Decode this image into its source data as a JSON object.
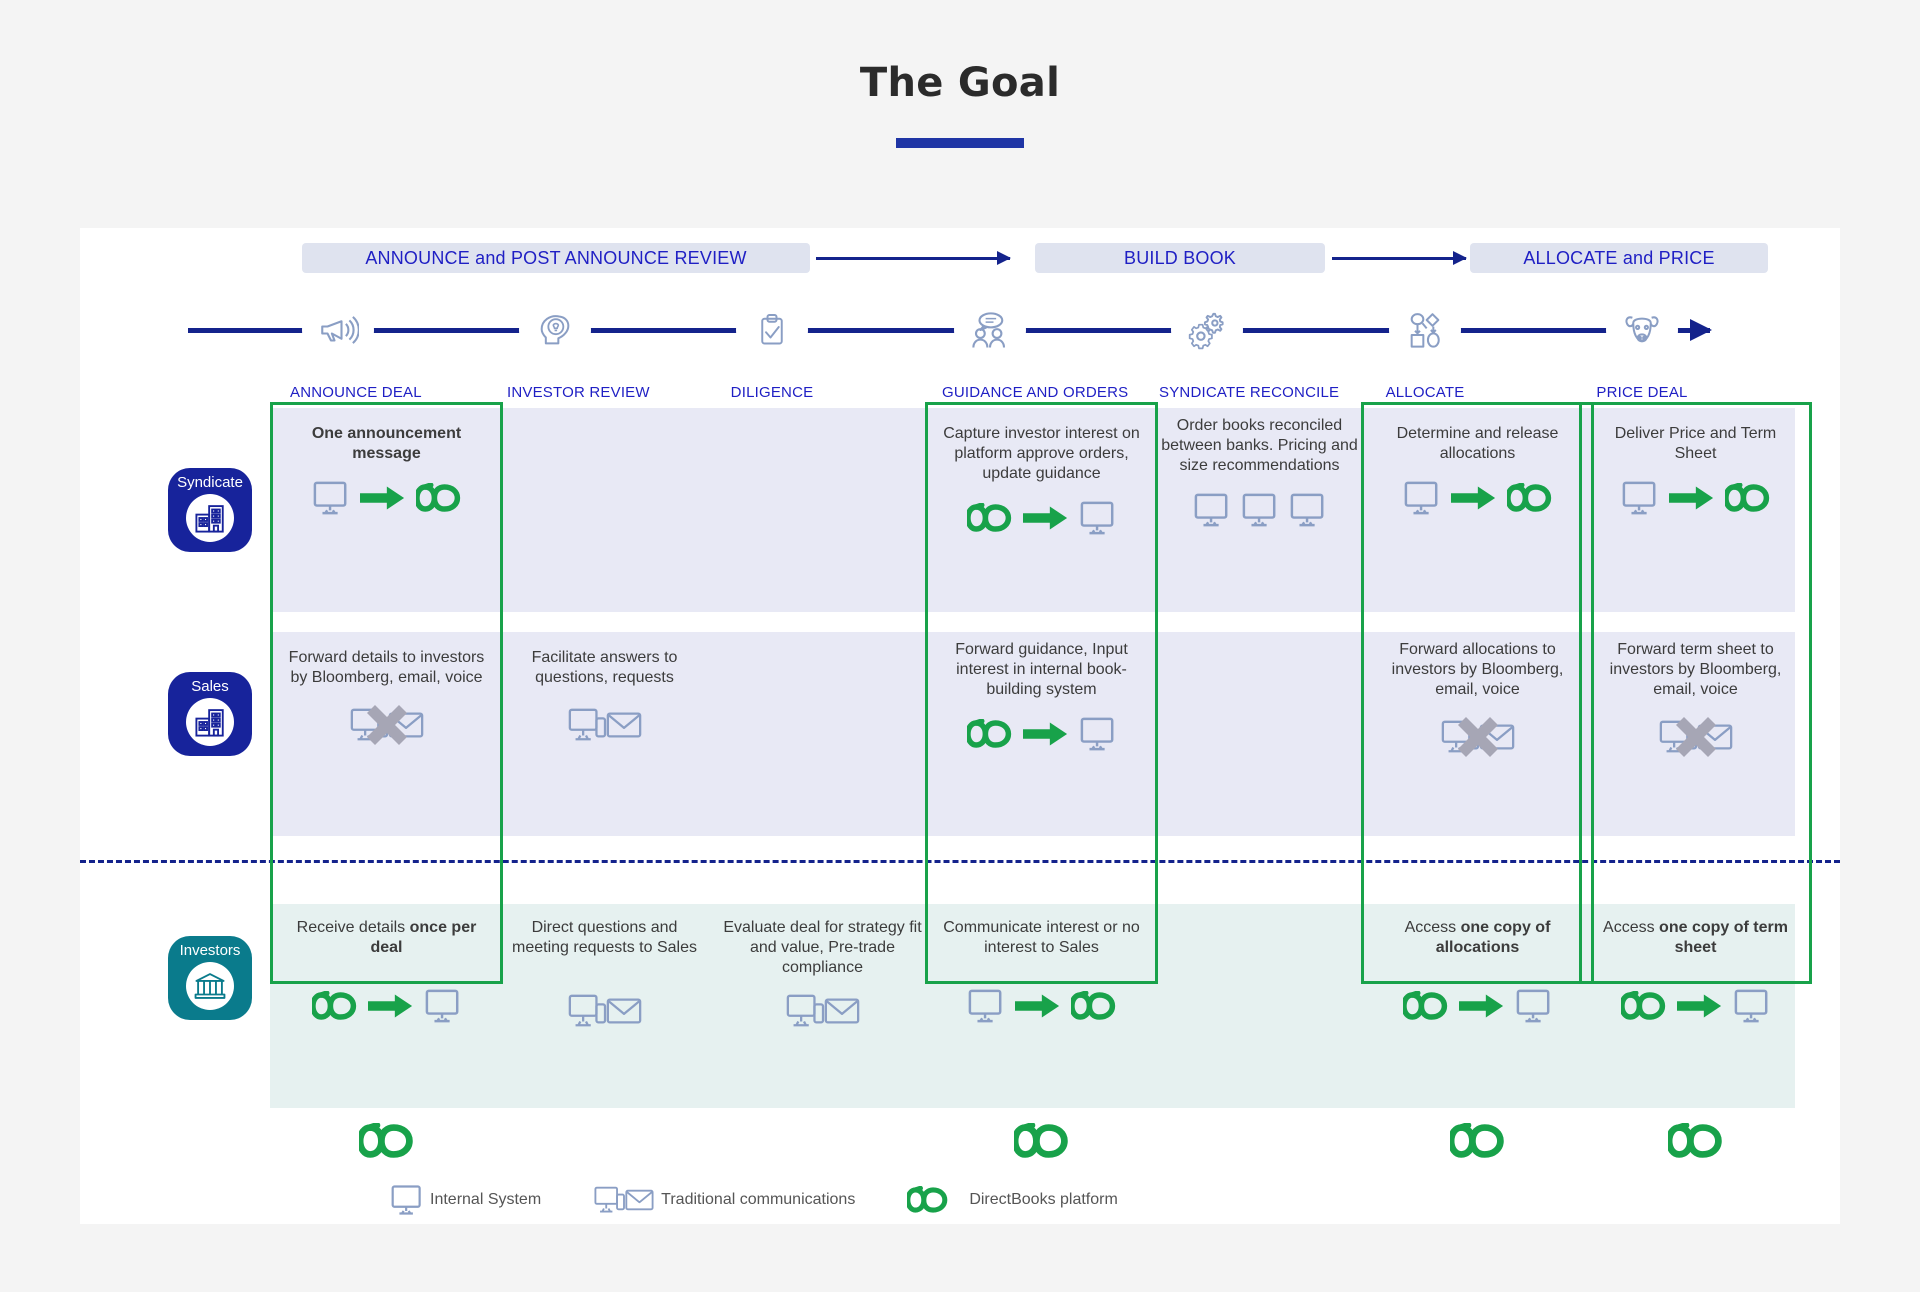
{
  "title": "The Goal",
  "accent_blue": "#14238c",
  "accent_green": "#18a24a",
  "phases": [
    {
      "label": "ANNOUNCE and POST ANNOUNCE REVIEW"
    },
    {
      "label": "BUILD BOOK"
    },
    {
      "label": "ALLOCATE and PRICE"
    }
  ],
  "timeline": [
    {
      "label": "ANNOUNCE DEAL",
      "icon": "megaphone-icon"
    },
    {
      "label": "INVESTOR REVIEW",
      "icon": "head-lightbulb-icon"
    },
    {
      "label": "DILIGENCE",
      "icon": "clipboard-check-icon"
    },
    {
      "label": "GUIDANCE AND ORDERS",
      "icon": "people-chat-icon"
    },
    {
      "label": "SYNDICATE RECONCILE",
      "icon": "gears-icon"
    },
    {
      "label": "ALLOCATE",
      "icon": "allocation-shapes-icon"
    },
    {
      "label": "PRICE DEAL",
      "icon": "bull-icon"
    }
  ],
  "lanes": [
    {
      "name": "Syndicate",
      "icon": "office-building-icon",
      "color": "#17239b",
      "cells": [
        {
          "col": 0,
          "text": "One announcement message",
          "bold": true,
          "icons": [
            "monitor",
            "arrow",
            "infinity"
          ]
        },
        {
          "col": 1,
          "text": "",
          "icons": []
        },
        {
          "col": 2,
          "text": "",
          "icons": []
        },
        {
          "col": 3,
          "text": "Capture investor interest on platform approve orders, update guidance",
          "icons": [
            "infinity",
            "arrow",
            "monitor"
          ]
        },
        {
          "col": 4,
          "text": "Order books reconciled between banks.  Pricing and size recommendations",
          "icons": [
            "monitor",
            "monitor",
            "monitor"
          ]
        },
        {
          "col": 5,
          "text": "Determine and release allocations",
          "icons": [
            "monitor",
            "arrow",
            "infinity"
          ]
        },
        {
          "col": 6,
          "text": "Deliver Price and Term Sheet",
          "icons": [
            "monitor",
            "arrow",
            "infinity"
          ]
        }
      ]
    },
    {
      "name": "Sales",
      "icon": "office-building-icon",
      "color": "#17239b",
      "cells": [
        {
          "col": 0,
          "text": "Forward details to investors by Bloomberg, email, voice",
          "icons": [
            "traditional-crossed"
          ]
        },
        {
          "col": 1,
          "text": "Facilitate answers to questions, requests",
          "icons": [
            "traditional"
          ]
        },
        {
          "col": 2,
          "text": "",
          "icons": []
        },
        {
          "col": 3,
          "text": "Forward guidance, Input interest in internal book-building system",
          "icons": [
            "infinity",
            "arrow",
            "monitor"
          ]
        },
        {
          "col": 4,
          "text": "",
          "icons": []
        },
        {
          "col": 5,
          "text": "Forward allocations to investors by Bloomberg, email, voice",
          "icons": [
            "traditional-crossed"
          ]
        },
        {
          "col": 6,
          "text": "Forward term sheet to investors by Bloomberg, email, voice",
          "icons": [
            "traditional-crossed"
          ]
        }
      ]
    },
    {
      "name": "Investors",
      "icon": "bank-icon",
      "color": "#0a7b8c",
      "cells": [
        {
          "col": 0,
          "text_pre": "Receive details ",
          "text_bold": "once per deal",
          "text_post": "",
          "icons": [
            "infinity",
            "arrow",
            "monitor"
          ]
        },
        {
          "col": 1,
          "text": "Direct questions and meeting requests to Sales",
          "icons": [
            "traditional"
          ]
        },
        {
          "col": 2,
          "text": "Evaluate deal for strategy fit and value, Pre-trade compliance",
          "icons": [
            "traditional"
          ]
        },
        {
          "col": 3,
          "text": "Communicate interest or no interest to Sales",
          "icons": [
            "monitor",
            "arrow",
            "infinity"
          ]
        },
        {
          "col": 4,
          "text": "",
          "icons": []
        },
        {
          "col": 5,
          "text_pre": "Access ",
          "text_bold": "one copy of allocations",
          "text_post": "",
          "icons": [
            "infinity",
            "arrow",
            "monitor"
          ]
        },
        {
          "col": 6,
          "text_pre": "Access ",
          "text_bold": "one copy of term sheet",
          "text_post": "",
          "icons": [
            "infinity",
            "arrow",
            "monitor"
          ]
        }
      ]
    }
  ],
  "highlight_columns": [
    0,
    3,
    5,
    6
  ],
  "highlight_footer_icon": "infinity",
  "legend": [
    {
      "icon": "monitor",
      "label": "Internal System"
    },
    {
      "icon": "traditional",
      "label": "Traditional communications"
    },
    {
      "icon": "infinity",
      "label": "DirectBooks platform"
    }
  ]
}
